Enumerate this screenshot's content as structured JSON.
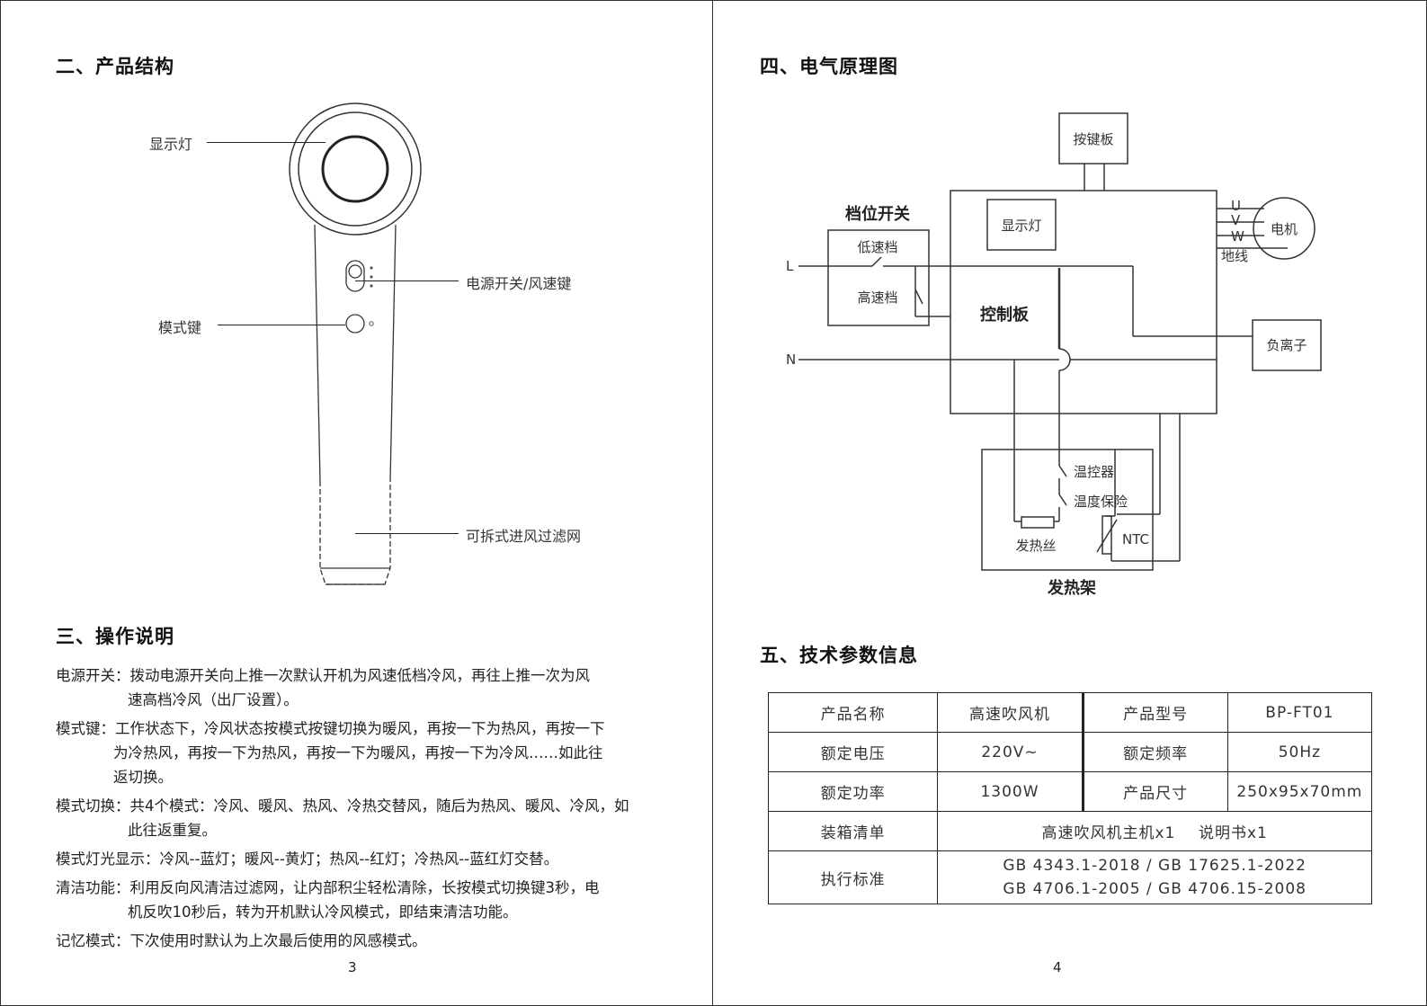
{
  "left_page": {
    "heading_structure": "二、产品结构",
    "labels": {
      "indicator": "显示灯",
      "power_switch": "电源开关/风速键",
      "mode_key": "模式键",
      "filter": "可拆式进风过滤网"
    },
    "heading_operation": "三、操作说明",
    "operations": [
      {
        "term": "电源开关：",
        "desc": "拨动电源开关向上推一次默认开机为风速低档冷风，再往上推一次为风",
        "cont": "速高档冷风（出厂设置）。"
      },
      {
        "term": "模式键：",
        "desc": "工作状态下，冷风状态按模式按键切换为暖风，再按一下为热风，再按一下",
        "cont": "为冷热风，再按一下为热风，再按一下为暖风，再按一下为冷风……如此往",
        "cont2": "返切换。"
      },
      {
        "term": "模式切换：",
        "desc": "共4个模式：冷风、暖风、热风、冷热交替风，随后为热风、暖风、冷风，如",
        "cont": "此往返重复。"
      },
      {
        "term": "模式灯光显示：",
        "desc": "冷风--蓝灯；暖风--黄灯；热风--红灯；冷热风--蓝红灯交替。"
      },
      {
        "term": "清洁功能：",
        "desc": "利用反向风清洁过滤网，让内部积尘轻松清除，长按模式切换键3秒，电",
        "cont": "机反吹10秒后，转为开机默认冷风模式，即结束清洁功能。"
      },
      {
        "term": "记忆模式：",
        "desc": "下次使用时默认为上次最后使用的风感模式。"
      }
    ],
    "page_number": "3"
  },
  "right_page": {
    "heading_circuit": "四、电气原理图",
    "circuit": {
      "button_board": "按键板",
      "gear_switch_title": "档位开关",
      "low_speed": "低速档",
      "high_speed": "高速档",
      "indicator": "显示灯",
      "control_board": "控制板",
      "motor": "电机",
      "u": "U",
      "v": "V",
      "w": "W",
      "ground": "地线",
      "anion": "负离子",
      "l": "L",
      "n": "N",
      "thermostat": "温控器",
      "thermal_fuse": "温度保险",
      "heating_wire": "发热丝",
      "ntc": "NTC",
      "heating_frame": "发热架"
    },
    "heading_specs": "五、技术参数信息",
    "specs": {
      "name_label": "产品名称",
      "name_value": "高速吹风机",
      "model_label": "产品型号",
      "model_value": "BP-FT01",
      "voltage_label": "额定电压",
      "voltage_value": "220V~",
      "freq_label": "额定频率",
      "freq_value": "50Hz",
      "power_label": "额定功率",
      "power_value": "1300W",
      "size_label": "产品尺寸",
      "size_value": "250x95x70mm",
      "packing_label": "装箱清单",
      "packing_value": "高速吹风机主机x1    说明书x1",
      "standard_label": "执行标准",
      "standard_line1": "GB 4343.1-2018 / GB 17625.1-2022",
      "standard_line2": "GB 4706.1-2005 / GB 4706.15-2008"
    },
    "page_number": "4"
  }
}
